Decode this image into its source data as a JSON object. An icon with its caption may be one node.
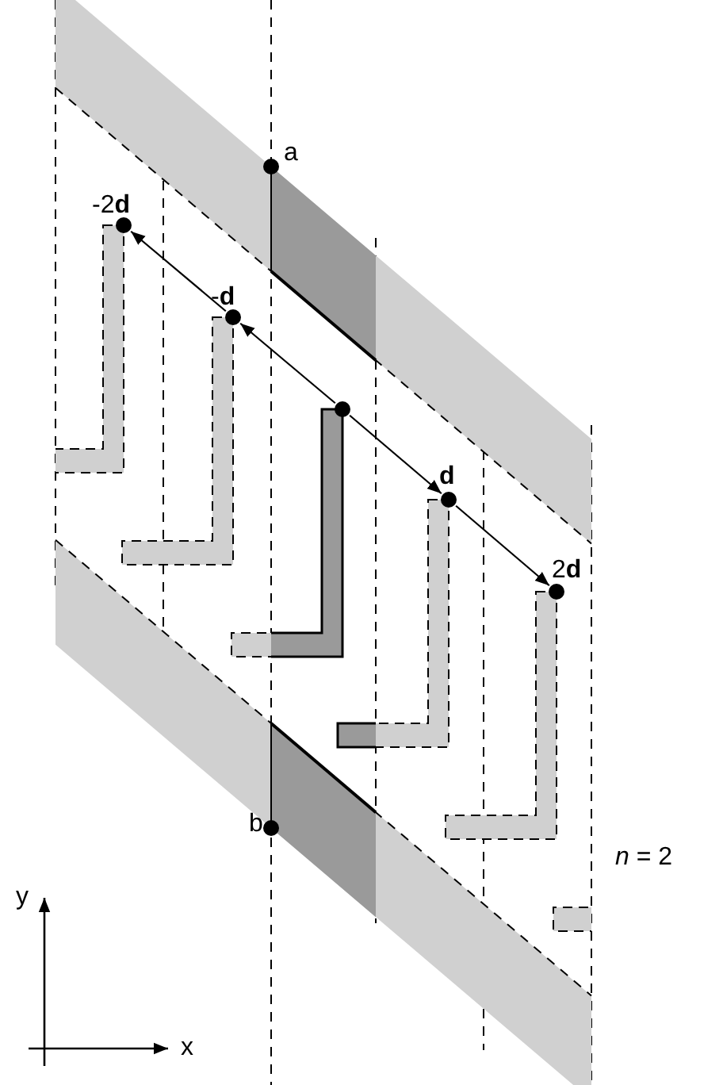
{
  "diagram": {
    "nodes": [
      {
        "text": [
          "a"
        ]
      },
      {
        "text": [
          "-2**d**"
        ]
      },
      {
        "text": [
          "-**d**"
        ]
      },
      {
        "text": [],
        "shape": "circle"
      },
      {
        "text": [
          "**d**"
        ]
      },
      {
        "text": [
          "2**d**"
        ]
      },
      {
        "text": [
          "b"
        ]
      }
    ],
    "edges": [
      {
        "from": 3,
        "to": 2,
        "arrow": "to"
      },
      {
        "from": 2,
        "to": 1,
        "arrow": "to"
      },
      {
        "from": 3,
        "to": 4,
        "arrow": "to"
      },
      {
        "from": 4,
        "to": 5,
        "arrow": "to"
      }
    ],
    "labels": [
      "*n* = 2",
      "y",
      "x"
    ]
  }
}
